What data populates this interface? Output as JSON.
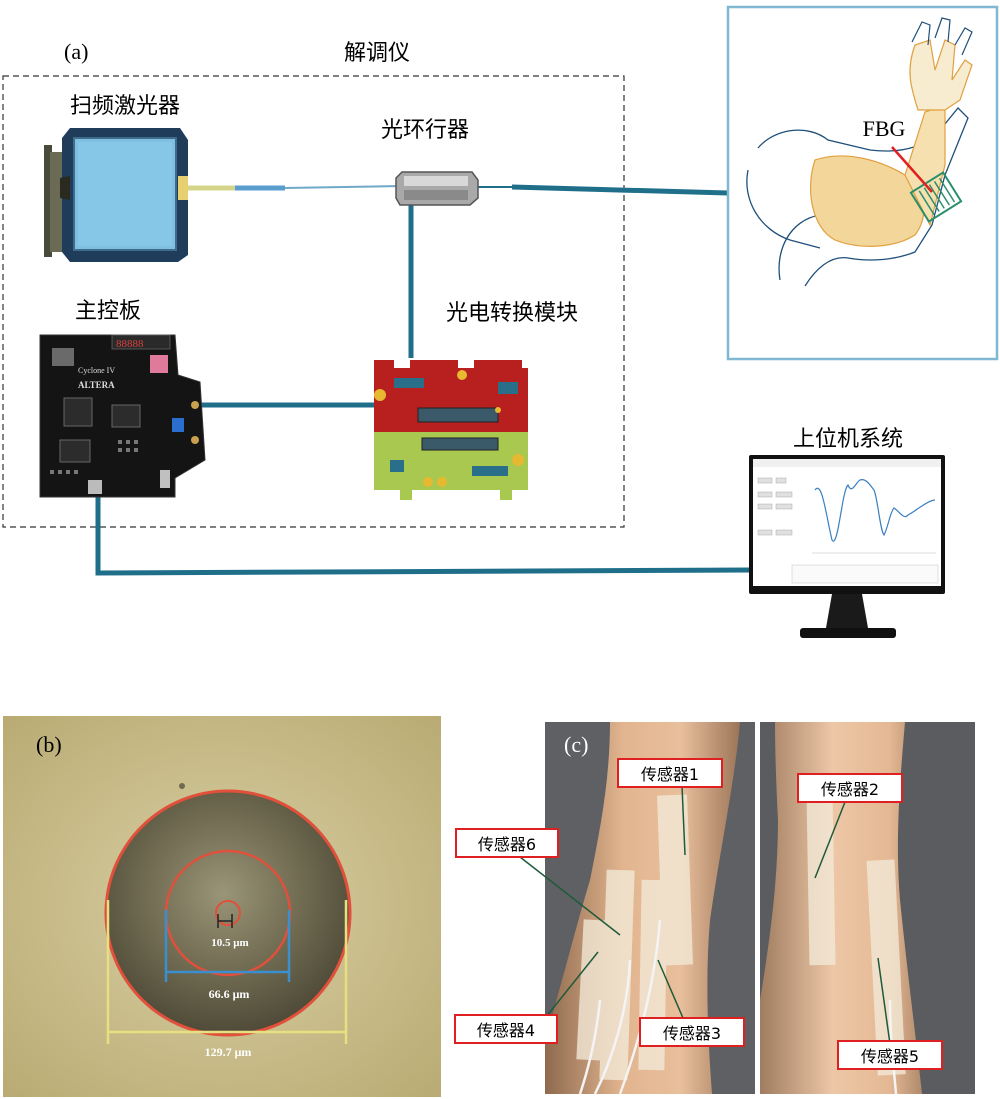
{
  "panel_a": {
    "label": "(a)",
    "demodulator_title": "解调仪",
    "laser_label": "扫频激光器",
    "circulator_label": "光环行器",
    "main_board_label": "主控板",
    "converter_label": "光电转换模块",
    "host_label": "上位机系统",
    "fbg_label": "FBG",
    "board_logo_text": "ALTERA",
    "board_chip_text": "Cyclone IV"
  },
  "panel_b": {
    "label": "(b)",
    "measurements": [
      "10.5 μm",
      "66.6 μm",
      "129.7 μm"
    ]
  },
  "panel_c": {
    "label": "(c)",
    "sensors": [
      "传感器1",
      "传感器2",
      "传感器3",
      "传感器4",
      "传感器5",
      "传感器6"
    ]
  },
  "colors": {
    "fiber": "#1f6f8b",
    "laser_body": "#7fbfe0",
    "board_red": "#b22020",
    "board_green": "#a8c850",
    "fbg_highlight": "#e02020",
    "sensor_box": "#e02020",
    "monitor_panel_border": "#7fb8d0"
  }
}
